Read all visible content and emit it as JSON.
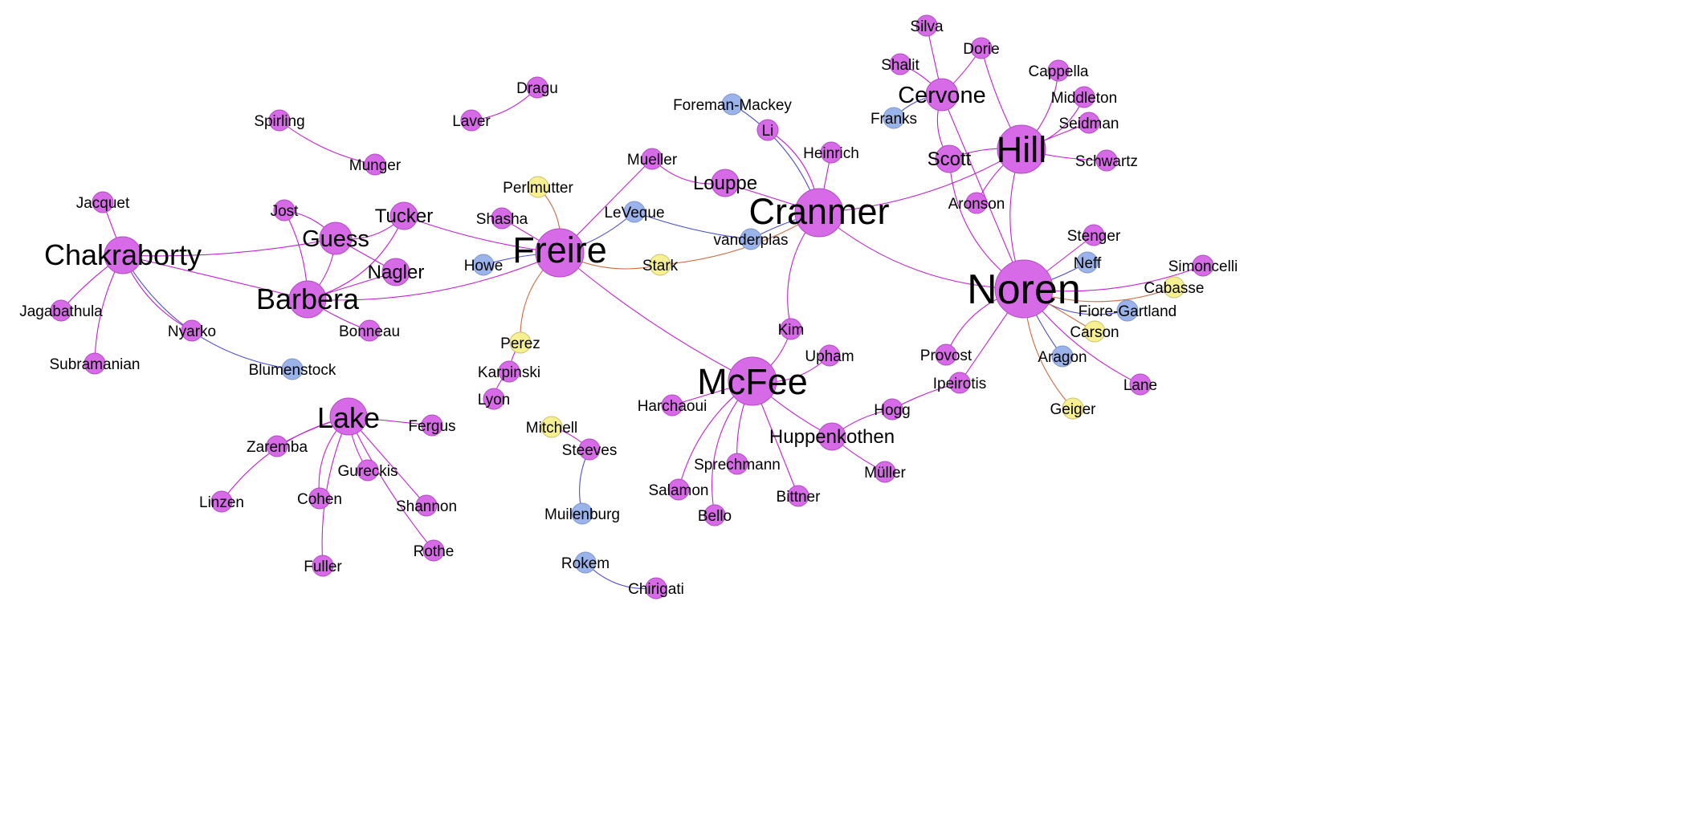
{
  "colors": {
    "purple": "#d76ae6",
    "purple_stroke": "#b04cc2",
    "blue": "#9ab3ea",
    "blue_stroke": "#7f96c7",
    "yellow": "#f7f092",
    "yellow_stroke": "#c9c16b",
    "edge_purple": "#c21fd4",
    "edge_blue": "#4c4ed6",
    "edge_orange": "#d2693f"
  },
  "nodes": [
    {
      "id": "Chakraborty",
      "color": "purple",
      "size": "xl"
    },
    {
      "id": "Jacquet",
      "color": "purple",
      "size": "s"
    },
    {
      "id": "Jagabathula",
      "color": "purple",
      "size": "s"
    },
    {
      "id": "Subramanian",
      "color": "purple",
      "size": "s"
    },
    {
      "id": "Nyarko",
      "color": "purple",
      "size": "s"
    },
    {
      "id": "Blumenstock",
      "color": "blue",
      "size": "s"
    },
    {
      "id": "Barbera",
      "color": "purple",
      "size": "xl"
    },
    {
      "id": "Guess",
      "color": "purple",
      "size": "l"
    },
    {
      "id": "Jost",
      "color": "purple",
      "size": "s"
    },
    {
      "id": "Tucker",
      "color": "purple",
      "size": "m"
    },
    {
      "id": "Nagler",
      "color": "purple",
      "size": "m"
    },
    {
      "id": "Bonneau",
      "color": "purple",
      "size": "s"
    },
    {
      "id": "Spirling",
      "color": "purple",
      "size": "s"
    },
    {
      "id": "Munger",
      "color": "purple",
      "size": "s"
    },
    {
      "id": "Laver",
      "color": "purple",
      "size": "s"
    },
    {
      "id": "Dragu",
      "color": "purple",
      "size": "s"
    },
    {
      "id": "Freire",
      "color": "purple",
      "size": "xxl"
    },
    {
      "id": "Perlmutter",
      "color": "yellow",
      "size": "s"
    },
    {
      "id": "Shasha",
      "color": "purple",
      "size": "s"
    },
    {
      "id": "Howe",
      "color": "blue",
      "size": "s"
    },
    {
      "id": "LeVeque",
      "color": "blue",
      "size": "s"
    },
    {
      "id": "Stark",
      "color": "yellow",
      "size": "s"
    },
    {
      "id": "Perez",
      "color": "yellow",
      "size": "s"
    },
    {
      "id": "Karpinski",
      "color": "purple",
      "size": "s"
    },
    {
      "id": "Lyon",
      "color": "purple",
      "size": "s"
    },
    {
      "id": "Mueller",
      "color": "purple",
      "size": "s"
    },
    {
      "id": "Louppe",
      "color": "purple",
      "size": "m"
    },
    {
      "id": "Foreman-Mackey",
      "color": "blue",
      "size": "s"
    },
    {
      "id": "Li",
      "color": "purple",
      "size": "s"
    },
    {
      "id": "Heinrich",
      "color": "purple",
      "size": "s"
    },
    {
      "id": "Cranmer",
      "color": "purple",
      "size": "xxl"
    },
    {
      "id": "vanderplas",
      "color": "blue",
      "size": "s"
    },
    {
      "id": "Silva",
      "color": "purple",
      "size": "s"
    },
    {
      "id": "Dorie",
      "color": "purple",
      "size": "s"
    },
    {
      "id": "Shalit",
      "color": "purple",
      "size": "s"
    },
    {
      "id": "Cervone",
      "color": "purple",
      "size": "l"
    },
    {
      "id": "Franks",
      "color": "blue",
      "size": "s"
    },
    {
      "id": "Scott",
      "color": "purple",
      "size": "m"
    },
    {
      "id": "Hill",
      "color": "purple",
      "size": "xxl"
    },
    {
      "id": "Cappella",
      "color": "purple",
      "size": "s"
    },
    {
      "id": "Middleton",
      "color": "purple",
      "size": "s"
    },
    {
      "id": "Seidman",
      "color": "purple",
      "size": "s"
    },
    {
      "id": "Schwartz",
      "color": "purple",
      "size": "s"
    },
    {
      "id": "Aronson",
      "color": "purple",
      "size": "s"
    },
    {
      "id": "Noren",
      "color": "purple",
      "size": "xxxl"
    },
    {
      "id": "Stenger",
      "color": "purple",
      "size": "s"
    },
    {
      "id": "Neff",
      "color": "blue",
      "size": "s"
    },
    {
      "id": "Simoncelli",
      "color": "purple",
      "size": "s"
    },
    {
      "id": "Cabasse",
      "color": "yellow",
      "size": "s"
    },
    {
      "id": "Fiore-Gartland",
      "color": "blue",
      "size": "s"
    },
    {
      "id": "Carson",
      "color": "yellow",
      "size": "s"
    },
    {
      "id": "Aragon",
      "color": "blue",
      "size": "s"
    },
    {
      "id": "Lane",
      "color": "purple",
      "size": "s"
    },
    {
      "id": "Geiger",
      "color": "yellow",
      "size": "s"
    },
    {
      "id": "Provost",
      "color": "purple",
      "size": "s"
    },
    {
      "id": "Ipeirotis",
      "color": "purple",
      "size": "s"
    },
    {
      "id": "Hogg",
      "color": "purple",
      "size": "s"
    },
    {
      "id": "Kim",
      "color": "purple",
      "size": "s"
    },
    {
      "id": "Upham",
      "color": "purple",
      "size": "s"
    },
    {
      "id": "McFee",
      "color": "purple",
      "size": "xxl"
    },
    {
      "id": "Harchaoui",
      "color": "purple",
      "size": "s"
    },
    {
      "id": "Huppenkothen",
      "color": "purple",
      "size": "m"
    },
    {
      "id": "Sprechmann",
      "color": "purple",
      "size": "s"
    },
    {
      "id": "Salamon",
      "color": "purple",
      "size": "s"
    },
    {
      "id": "Bello",
      "color": "purple",
      "size": "s"
    },
    {
      "id": "Bittner",
      "color": "purple",
      "size": "s"
    },
    {
      "id": "Müller",
      "color": "purple",
      "size": "s"
    },
    {
      "id": "Mitchell",
      "color": "yellow",
      "size": "s"
    },
    {
      "id": "Steeves",
      "color": "purple",
      "size": "s"
    },
    {
      "id": "Muilenburg",
      "color": "blue",
      "size": "s"
    },
    {
      "id": "Rokem",
      "color": "blue",
      "size": "s"
    },
    {
      "id": "Chirigati",
      "color": "purple",
      "size": "s"
    },
    {
      "id": "Lake",
      "color": "purple",
      "size": "xl"
    },
    {
      "id": "Fergus",
      "color": "purple",
      "size": "s"
    },
    {
      "id": "Zaremba",
      "color": "purple",
      "size": "s"
    },
    {
      "id": "Gureckis",
      "color": "purple",
      "size": "s"
    },
    {
      "id": "Linzen",
      "color": "purple",
      "size": "s"
    },
    {
      "id": "Cohen",
      "color": "purple",
      "size": "s"
    },
    {
      "id": "Shannon",
      "color": "purple",
      "size": "s"
    },
    {
      "id": "Rothe",
      "color": "purple",
      "size": "s"
    },
    {
      "id": "Fuller",
      "color": "purple",
      "size": "s"
    }
  ],
  "edges": [
    {
      "source": "Chakraborty",
      "target": "Jacquet",
      "color": "edge_purple"
    },
    {
      "source": "Chakraborty",
      "target": "Jagabathula",
      "color": "edge_purple"
    },
    {
      "source": "Chakraborty",
      "target": "Subramanian",
      "color": "edge_purple"
    },
    {
      "source": "Chakraborty",
      "target": "Nyarko",
      "color": "edge_purple"
    },
    {
      "source": "Chakraborty",
      "target": "Blumenstock",
      "color": "edge_blue"
    },
    {
      "source": "Chakraborty",
      "target": "Barbera",
      "color": "edge_purple"
    },
    {
      "source": "Chakraborty",
      "target": "Guess",
      "color": "edge_purple"
    },
    {
      "source": "Barbera",
      "target": "Jost",
      "color": "edge_purple"
    },
    {
      "source": "Barbera",
      "target": "Guess",
      "color": "edge_purple"
    },
    {
      "source": "Barbera",
      "target": "Tucker",
      "color": "edge_purple"
    },
    {
      "source": "Barbera",
      "target": "Nagler",
      "color": "edge_purple"
    },
    {
      "source": "Barbera",
      "target": "Bonneau",
      "color": "edge_purple"
    },
    {
      "source": "Barbera",
      "target": "Freire",
      "color": "edge_purple"
    },
    {
      "source": "Guess",
      "target": "Jost",
      "color": "edge_purple"
    },
    {
      "source": "Guess",
      "target": "Tucker",
      "color": "edge_purple"
    },
    {
      "source": "Guess",
      "target": "Nagler",
      "color": "edge_purple"
    },
    {
      "source": "Tucker",
      "target": "Freire",
      "color": "edge_purple"
    },
    {
      "source": "Spirling",
      "target": "Munger",
      "color": "edge_purple"
    },
    {
      "source": "Laver",
      "target": "Dragu",
      "color": "edge_purple"
    },
    {
      "source": "Freire",
      "target": "Perlmutter",
      "color": "edge_orange"
    },
    {
      "source": "Freire",
      "target": "Shasha",
      "color": "edge_purple"
    },
    {
      "source": "Freire",
      "target": "Howe",
      "color": "edge_blue"
    },
    {
      "source": "Freire",
      "target": "LeVeque",
      "color": "edge_blue"
    },
    {
      "source": "Freire",
      "target": "Stark",
      "color": "edge_orange"
    },
    {
      "source": "Freire",
      "target": "Perez",
      "color": "edge_orange"
    },
    {
      "source": "Freire",
      "target": "Mueller",
      "color": "edge_purple"
    },
    {
      "source": "Freire",
      "target": "McFee",
      "color": "edge_purple"
    },
    {
      "source": "Perez",
      "target": "Karpinski",
      "color": "edge_purple"
    },
    {
      "source": "Karpinski",
      "target": "Lyon",
      "color": "edge_purple"
    },
    {
      "source": "Mueller",
      "target": "Louppe",
      "color": "edge_purple"
    },
    {
      "source": "Louppe",
      "target": "Cranmer",
      "color": "edge_purple"
    },
    {
      "source": "LeVeque",
      "target": "vanderplas",
      "color": "edge_blue"
    },
    {
      "source": "Stark",
      "target": "Cranmer",
      "color": "edge_orange"
    },
    {
      "source": "Cranmer",
      "target": "Foreman-Mackey",
      "color": "edge_blue"
    },
    {
      "source": "Cranmer",
      "target": "Li",
      "color": "edge_purple"
    },
    {
      "source": "Cranmer",
      "target": "Heinrich",
      "color": "edge_purple"
    },
    {
      "source": "Cranmer",
      "target": "vanderplas",
      "color": "edge_blue"
    },
    {
      "source": "Cranmer",
      "target": "Hill",
      "color": "edge_purple"
    },
    {
      "source": "Cranmer",
      "target": "Noren",
      "color": "edge_purple"
    },
    {
      "source": "Cranmer",
      "target": "Kim",
      "color": "edge_purple"
    },
    {
      "source": "Cervone",
      "target": "Silva",
      "color": "edge_purple"
    },
    {
      "source": "Cervone",
      "target": "Dorie",
      "color": "edge_purple"
    },
    {
      "source": "Cervone",
      "target": "Shalit",
      "color": "edge_purple"
    },
    {
      "source": "Cervone",
      "target": "Franks",
      "color": "edge_blue"
    },
    {
      "source": "Cervone",
      "target": "Scott",
      "color": "edge_purple"
    },
    {
      "source": "Cervone",
      "target": "Noren",
      "color": "edge_purple"
    },
    {
      "source": "Dorie",
      "target": "Hill",
      "color": "edge_purple"
    },
    {
      "source": "Hill",
      "target": "Scott",
      "color": "edge_purple"
    },
    {
      "source": "Hill",
      "target": "Cappella",
      "color": "edge_purple"
    },
    {
      "source": "Hill",
      "target": "Middleton",
      "color": "edge_purple"
    },
    {
      "source": "Hill",
      "target": "Seidman",
      "color": "edge_purple"
    },
    {
      "source": "Hill",
      "target": "Schwartz",
      "color": "edge_purple"
    },
    {
      "source": "Hill",
      "target": "Aronson",
      "color": "edge_purple"
    },
    {
      "source": "Hill",
      "target": "Noren",
      "color": "edge_purple"
    },
    {
      "source": "Scott",
      "target": "Noren",
      "color": "edge_purple"
    },
    {
      "source": "Noren",
      "target": "Stenger",
      "color": "edge_purple"
    },
    {
      "source": "Noren",
      "target": "Neff",
      "color": "edge_blue"
    },
    {
      "source": "Noren",
      "target": "Simoncelli",
      "color": "edge_purple"
    },
    {
      "source": "Noren",
      "target": "Cabasse",
      "color": "edge_orange"
    },
    {
      "source": "Noren",
      "target": "Fiore-Gartland",
      "color": "edge_blue"
    },
    {
      "source": "Noren",
      "target": "Carson",
      "color": "edge_orange"
    },
    {
      "source": "Noren",
      "target": "Aragon",
      "color": "edge_blue"
    },
    {
      "source": "Noren",
      "target": "Lane",
      "color": "edge_purple"
    },
    {
      "source": "Noren",
      "target": "Geiger",
      "color": "edge_orange"
    },
    {
      "source": "Noren",
      "target": "Provost",
      "color": "edge_purple"
    },
    {
      "source": "Noren",
      "target": "Ipeirotis",
      "color": "edge_purple"
    },
    {
      "source": "Ipeirotis",
      "target": "Hogg",
      "color": "edge_purple"
    },
    {
      "source": "Hogg",
      "target": "Huppenkothen",
      "color": "edge_purple"
    },
    {
      "source": "McFee",
      "target": "Kim",
      "color": "edge_purple"
    },
    {
      "source": "McFee",
      "target": "Upham",
      "color": "edge_purple"
    },
    {
      "source": "McFee",
      "target": "Harchaoui",
      "color": "edge_purple"
    },
    {
      "source": "McFee",
      "target": "Huppenkothen",
      "color": "edge_purple"
    },
    {
      "source": "McFee",
      "target": "Sprechmann",
      "color": "edge_purple"
    },
    {
      "source": "McFee",
      "target": "Salamon",
      "color": "edge_purple"
    },
    {
      "source": "McFee",
      "target": "Bello",
      "color": "edge_purple"
    },
    {
      "source": "McFee",
      "target": "Bittner",
      "color": "edge_purple"
    },
    {
      "source": "Huppenkothen",
      "target": "Müller",
      "color": "edge_purple"
    },
    {
      "source": "Steeves",
      "target": "Mitchell",
      "color": "edge_purple"
    },
    {
      "source": "Steeves",
      "target": "Muilenburg",
      "color": "edge_blue"
    },
    {
      "source": "Rokem",
      "target": "Chirigati",
      "color": "edge_blue"
    },
    {
      "source": "Lake",
      "target": "Fergus",
      "color": "edge_purple"
    },
    {
      "source": "Lake",
      "target": "Zaremba",
      "color": "edge_purple"
    },
    {
      "source": "Lake",
      "target": "Gureckis",
      "color": "edge_purple"
    },
    {
      "source": "Lake",
      "target": "Linzen",
      "color": "edge_purple"
    },
    {
      "source": "Lake",
      "target": "Cohen",
      "color": "edge_purple"
    },
    {
      "source": "Lake",
      "target": "Shannon",
      "color": "edge_purple"
    },
    {
      "source": "Lake",
      "target": "Rothe",
      "color": "edge_purple"
    },
    {
      "source": "Lake",
      "target": "Fuller",
      "color": "edge_purple"
    }
  ]
}
